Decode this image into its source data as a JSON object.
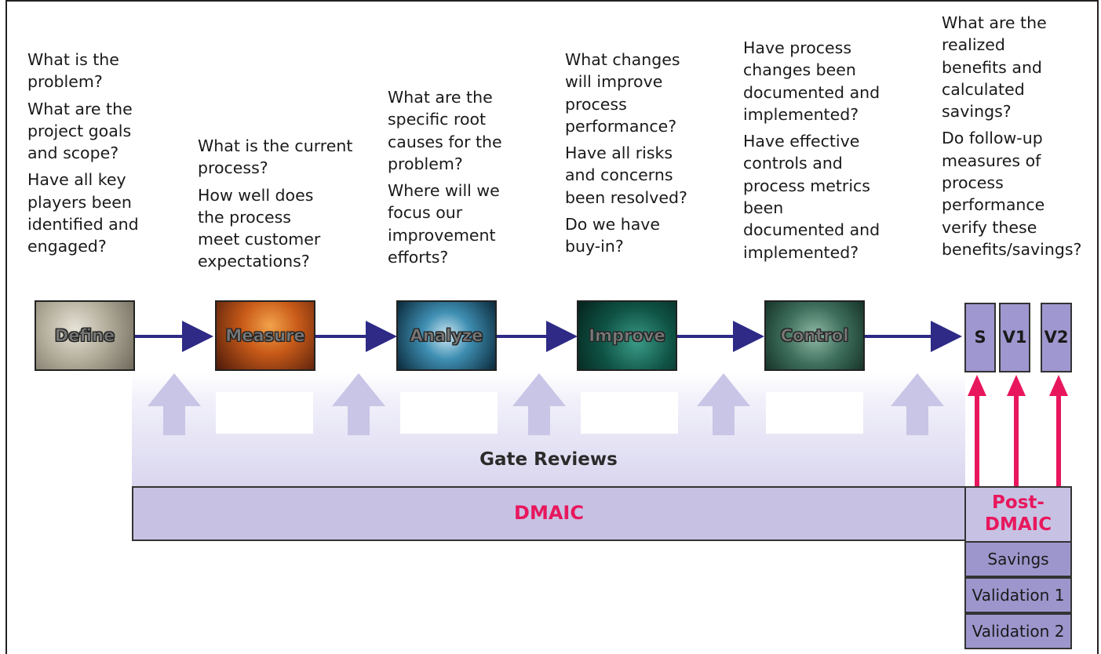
{
  "questions": [
    [
      "What is the problem?",
      "What are the project goals and scope?",
      "Have all key players been identified and engaged?"
    ],
    [
      "What is the current process?",
      "How well does the process meet customer expectations?"
    ],
    [
      "What are the specific root causes for the problem?",
      "Where will we focus our improvement efforts?"
    ],
    [
      "What changes will improve process performance?",
      "Have all risks and concerns been resolved?",
      "Do we have buy-in?"
    ],
    [
      "Have process changes been documented and implemented?",
      "Have effective controls and process metrics been documented and implemented?"
    ],
    [
      "What are the realized benefits and calculated savings?",
      "Do follow-up measures of process performance verify these benefits/savings?"
    ]
  ],
  "phases": [
    {
      "label": "Define"
    },
    {
      "label": "Measure"
    },
    {
      "label": "Analyze"
    },
    {
      "label": "Improve"
    },
    {
      "label": "Control"
    }
  ],
  "post_boxes": [
    {
      "label": "S"
    },
    {
      "label": "V1"
    },
    {
      "label": "V2"
    }
  ],
  "gate_reviews_label": "Gate Reviews",
  "dmaic_label": "DMAIC",
  "post_dmaic_label": "Post-\nDMAIC",
  "post_rows": [
    "Savings",
    "Validation 1",
    "Validation 2"
  ],
  "colors": {
    "flow_arrow": "#2e2a86",
    "gate_arrow": "#c9c5e6",
    "validation_arrow": "#e8175d",
    "accent_text": "#e8175d",
    "box_fill": "#9f97cf"
  }
}
